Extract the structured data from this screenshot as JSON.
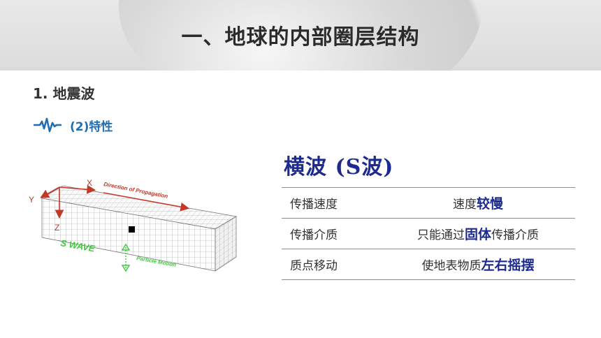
{
  "header": {
    "title": "一、地球的内部圈层结构"
  },
  "section": {
    "title": "1. 地震波"
  },
  "subsection": {
    "icon": "seismic-wave-icon",
    "label": "(2)特性"
  },
  "diagram": {
    "label_x": "X",
    "label_y": "Y",
    "label_z": "Z",
    "direction_label": "Direction of Propagation",
    "wave_label": "S WAVE",
    "motion_label": "Particle Motion"
  },
  "content": {
    "heading": "横波 (S波)",
    "rows": [
      {
        "label": "传播速度",
        "prefix": "速度",
        "emphasis": "较慢",
        "suffix": ""
      },
      {
        "label": "传播介质",
        "prefix": "只能通过",
        "emphasis": "固体",
        "suffix": "传播介质"
      },
      {
        "label": "质点移动",
        "prefix": "使地表物质",
        "emphasis": "左右摇摆",
        "suffix": ""
      }
    ]
  },
  "colors": {
    "accent_blue": "#1f6fb2",
    "emphasis_navy": "#1d2b8f",
    "wave_green": "#3ccc3c",
    "axis_red": "#c0392b"
  }
}
